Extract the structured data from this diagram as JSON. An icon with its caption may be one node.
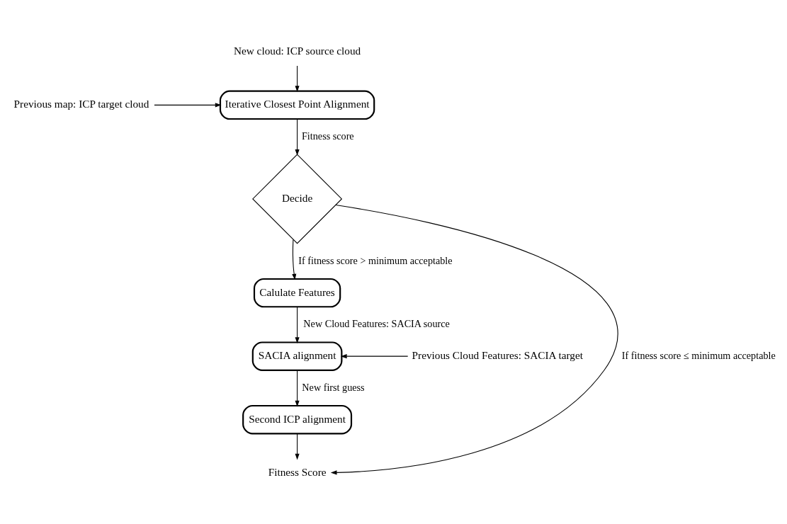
{
  "diagram": {
    "nodes": [
      {
        "text": [
          "New cloud: ICP source cloud"
        ]
      },
      {
        "text": [
          "Previous map: ICP target cloud"
        ]
      },
      {
        "text": [
          "Iterative Closest Point Alignment"
        ]
      },
      {
        "text": [
          "Decide"
        ]
      },
      {
        "text": [
          "Calulate Features"
        ]
      },
      {
        "text": [
          "SACIA alignment"
        ]
      },
      {
        "text": [
          "Previous Cloud Features: SACIA target"
        ]
      },
      {
        "text": [
          "Second ICP alignment"
        ]
      },
      {
        "text": [
          "Fitness Score"
        ]
      }
    ],
    "edges": [
      {
        "from": 0,
        "to": 2,
        "arrow": "to"
      },
      {
        "from": 1,
        "to": 2,
        "arrow": "to"
      },
      {
        "from": 2,
        "to": 3,
        "arrow": "to",
        "label": "Fitness score"
      },
      {
        "from": 3,
        "to": 4,
        "arrow": "to",
        "label": "If fitness score > minimum acceptable"
      },
      {
        "from": 3,
        "to": 8,
        "arrow": "to",
        "label": "If fitness score ≤ minimum acceptable"
      },
      {
        "from": 4,
        "to": 5,
        "arrow": "to",
        "label": "New Cloud Features: SACIA source"
      },
      {
        "from": 6,
        "to": 5,
        "arrow": "to"
      },
      {
        "from": 5,
        "to": 7,
        "arrow": "to",
        "label": "New first guess"
      },
      {
        "from": 7,
        "to": 8,
        "arrow": "to"
      }
    ]
  }
}
